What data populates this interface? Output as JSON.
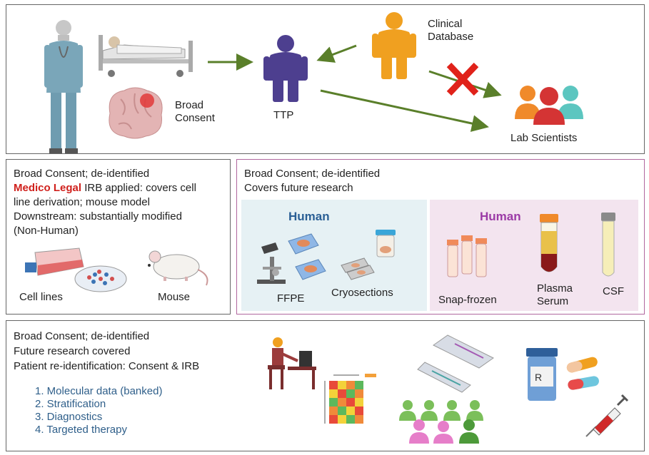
{
  "top": {
    "broad_consent": [
      "Broad",
      "Consent"
    ],
    "ttp": "TTP",
    "clinical_database": [
      "Clinical",
      "Database"
    ],
    "lab_scientists": "Lab Scientists"
  },
  "middle_left": {
    "line1": "Broad Consent; de-identified",
    "medico_legal": "Medico Legal",
    "line2_rest": " IRB applied: covers cell",
    "line3": "line derivation; mouse model",
    "line4": "Downstream: substantially modified",
    "line5": "(Non-Human)",
    "cell_lines": "Cell lines",
    "mouse": "Mouse"
  },
  "middle_right": {
    "line1": "Broad Consent; de-identified",
    "line2": "Covers future research",
    "human_left": "Human",
    "human_right": "Human",
    "ffpe": "FFPE",
    "cryosections": "Cryosections",
    "snap_frozen": "Snap-frozen",
    "plasma": "Plasma",
    "serum": "Serum",
    "csf": "CSF"
  },
  "bottom": {
    "line1": "Broad Consent; de-identified",
    "line2": "Future research covered",
    "line3": "Patient re-identification: Consent & IRB",
    "list": [
      "1.  Molecular data (banked)",
      "2.  Stratification",
      "3.  Diagnostics",
      "4.  Targeted therapy"
    ]
  },
  "colors": {
    "arrow": "#5a7f2a",
    "x_mark": "#e0221a",
    "ttp_person": "#4d3f8f",
    "clinical_person": "#f0a020",
    "human_left_text": "#2a5f95",
    "human_right_text": "#9b3aa6",
    "sub_left_bg": "#e6f1f4",
    "sub_right_bg": "#f3e4ef"
  }
}
